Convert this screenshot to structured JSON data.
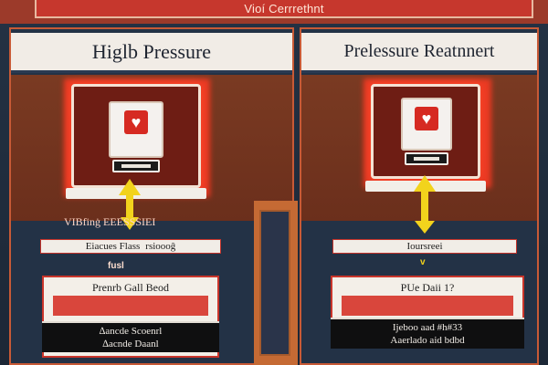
{
  "window": {
    "top_title": "Vioí Cerrrethnt"
  },
  "left_panel": {
    "title": "Higlb Pressure",
    "caption": "VIBfinġ EEESSSIEI",
    "label_bar": "Eiacues Flass",
    "label_bar_right": "rsioooĝ",
    "small_tag": "fusl",
    "card": {
      "title": "Prenrb Gall Beod",
      "footer_line1": "∆ancde Scoenrl",
      "footer_line2": "∆acnde Daanl"
    }
  },
  "right_panel": {
    "title": "Prelessure Reatnnert",
    "label_bar": "Ioursreei",
    "small_tag": "v",
    "card": {
      "title": "PUe Daii 1?",
      "footer_line1": "Ijeboo aad #h#33",
      "footer_line2": "Aaerlado aid bdbd"
    }
  },
  "colors": {
    "topbar": "#c6372d",
    "device_glow": "#ff3a24",
    "arrow": "#f2d31c",
    "card_red": "#d9463c",
    "panel_bg": "#233246"
  },
  "icons": {
    "left_device_symbol": "heart-icon",
    "right_device_symbol": "heart-icon",
    "left_arrow": "double-arrow-icon",
    "right_arrow": "double-arrow-icon"
  }
}
